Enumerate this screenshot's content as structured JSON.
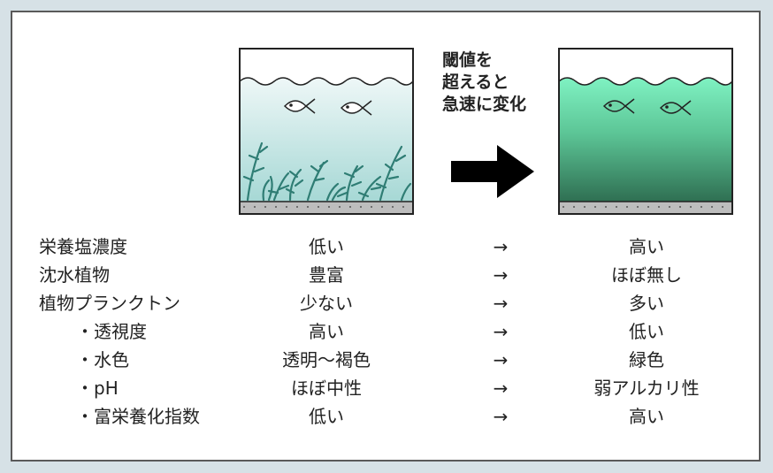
{
  "colors": {
    "background": "#d6e1e6",
    "panel": "#ffffff",
    "before_water_top": "#e8f4f4",
    "before_water_bottom": "#a7d8d6",
    "after_water_top": "#7ff0c0",
    "after_water_bottom": "#3a7a5c",
    "sediment": "#bdbdbd",
    "plant": "#2f7d74",
    "arrow": "#000000"
  },
  "transition": {
    "line1": "閾値を",
    "line2": "超えると",
    "line3": "急速に変化"
  },
  "icons": [
    "fish-icon",
    "aquatic-plant-icon",
    "right-arrow-icon"
  ],
  "table": {
    "rows": [
      {
        "label": "栄養塩濃度",
        "indent": false,
        "before": "低い",
        "arrow": "→",
        "after": "高い"
      },
      {
        "label": "沈水植物",
        "indent": false,
        "before": "豊富",
        "arrow": "→",
        "after": "ほぼ無し"
      },
      {
        "label": "植物プランクトン",
        "indent": false,
        "before": "少ない",
        "arrow": "→",
        "after": "多い"
      },
      {
        "label": "・透視度",
        "indent": true,
        "before": "高い",
        "arrow": "→",
        "after": "低い"
      },
      {
        "label": "・水色",
        "indent": true,
        "before": "透明～褐色",
        "arrow": "→",
        "after": "緑色"
      },
      {
        "label": "・pH",
        "indent": true,
        "before": "ほぼ中性",
        "arrow": "→",
        "after": "弱アルカリ性"
      },
      {
        "label": "・富栄養化指数",
        "indent": true,
        "before": "低い",
        "arrow": "→",
        "after": "高い"
      }
    ]
  }
}
